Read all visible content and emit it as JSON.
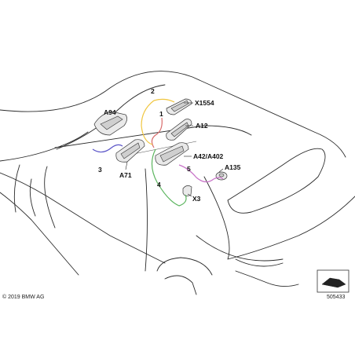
{
  "labels": {
    "a94": "A94",
    "x1554": "X1554",
    "n2": "2",
    "n1": "1",
    "a12": "A12",
    "a42": "A42/A402",
    "n3": "3",
    "a71": "A71",
    "n5": "5",
    "a135": "A135",
    "n4": "4",
    "x3": "X3"
  },
  "footer": {
    "copyright": "© 2019 BMW AG",
    "diagram_number": "505433"
  },
  "cable_colors": {
    "cable_1": "#d86a6a",
    "cable_2": "#f0c640",
    "cable_3": "#5b55c8",
    "cable_4": "#5bb55e",
    "cable_5": "#c873c8"
  },
  "icons": {
    "orientation": "car-outline-icon"
  }
}
